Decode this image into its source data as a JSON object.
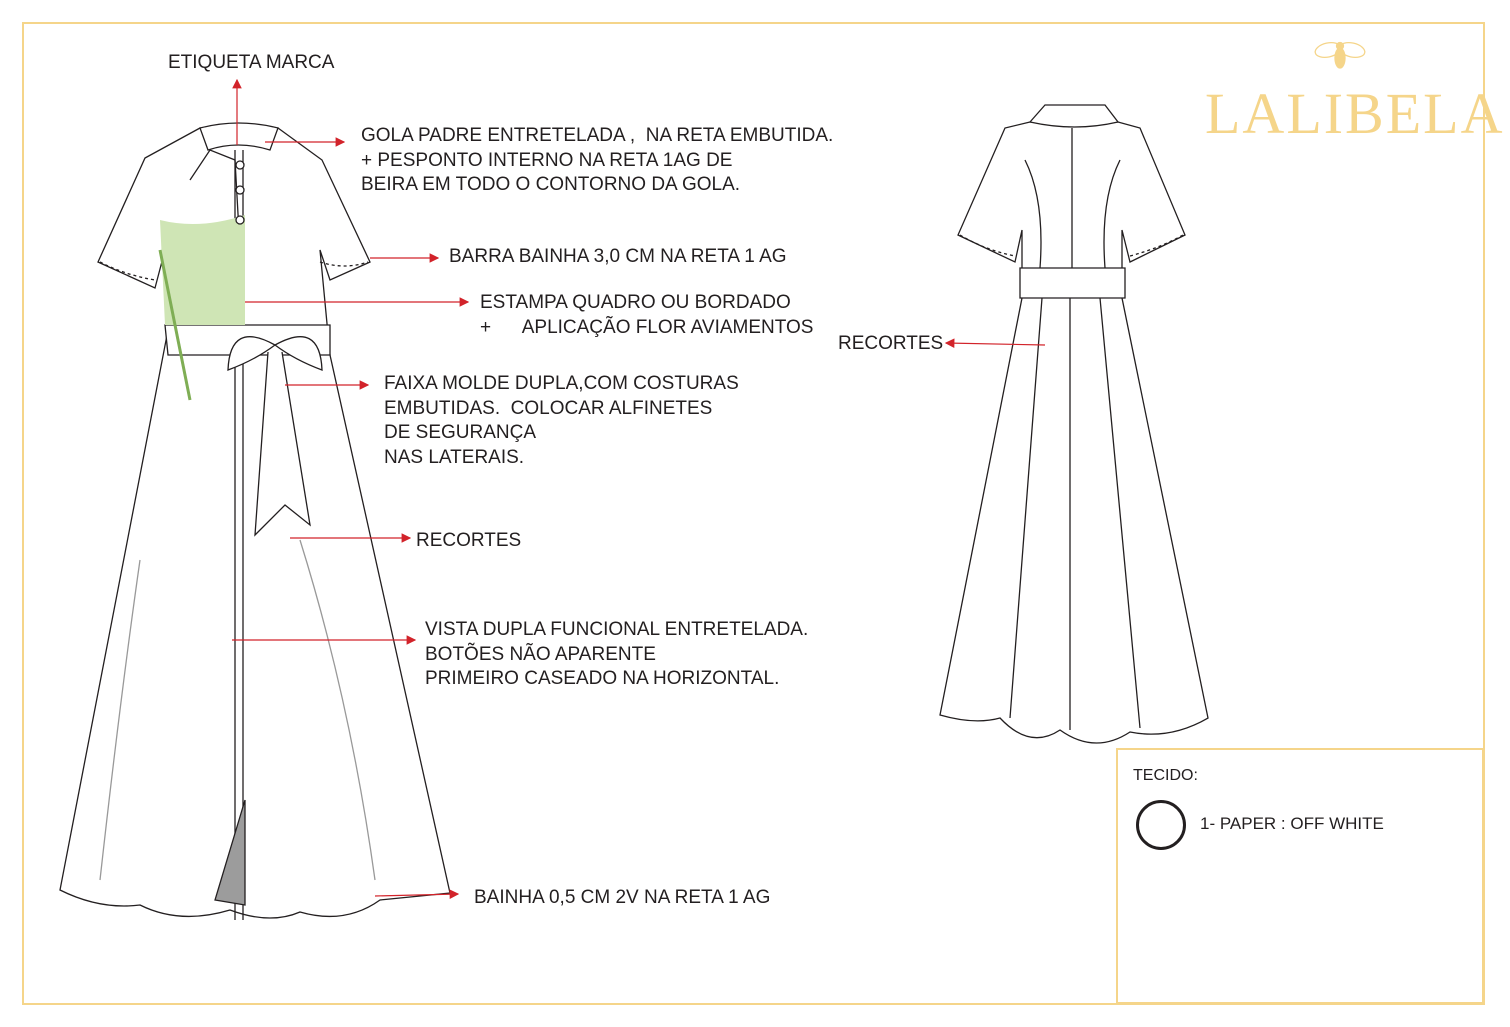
{
  "brand": {
    "name": "LALIBELA",
    "logo_icon": "bee-icon",
    "color": "#f5d58a"
  },
  "annotations": {
    "label": "ETIQUETA MARCA",
    "collar": "GOLA PADRE ENTRETELADA ,  NA RETA EMBUTIDA.\n+ PESPONTO INTERNO NA RETA 1AG DE\nBEIRA EM TODO O CONTORNO DA GOLA.",
    "sleeve_hem": "BARRA BAINHA 3,0 CM NA RETA 1 AG",
    "print": "ESTAMPA QUADRO OU BORDADO\n+      APLICAÇÃO FLOR AVIAMENTOS",
    "belt": "FAIXA MOLDE DUPLA,COM COSTURAS\nEMBUTIDAS.  COLOCAR ALFINETES\nDE SEGURANÇA\nNAS LATERAIS.",
    "seams_front": "RECORTES",
    "placket": "VISTA DUPLA FUNCIONAL ENTRETELADA.\nBOTÕES NÃO APARENTE\nPRIMEIRO CASEADO NA HORIZONTAL.",
    "hem": "BAINHA 0,5 CM 2V NA RETA 1 AG",
    "seams_back": "RECORTES"
  },
  "fabric": {
    "title": "TECIDO:",
    "items": [
      {
        "label": "1- PAPER : OFF WHITE",
        "color": "#ffffff"
      }
    ]
  },
  "colors": {
    "arrow": "#d2232a",
    "frame": "#f5d58a"
  }
}
